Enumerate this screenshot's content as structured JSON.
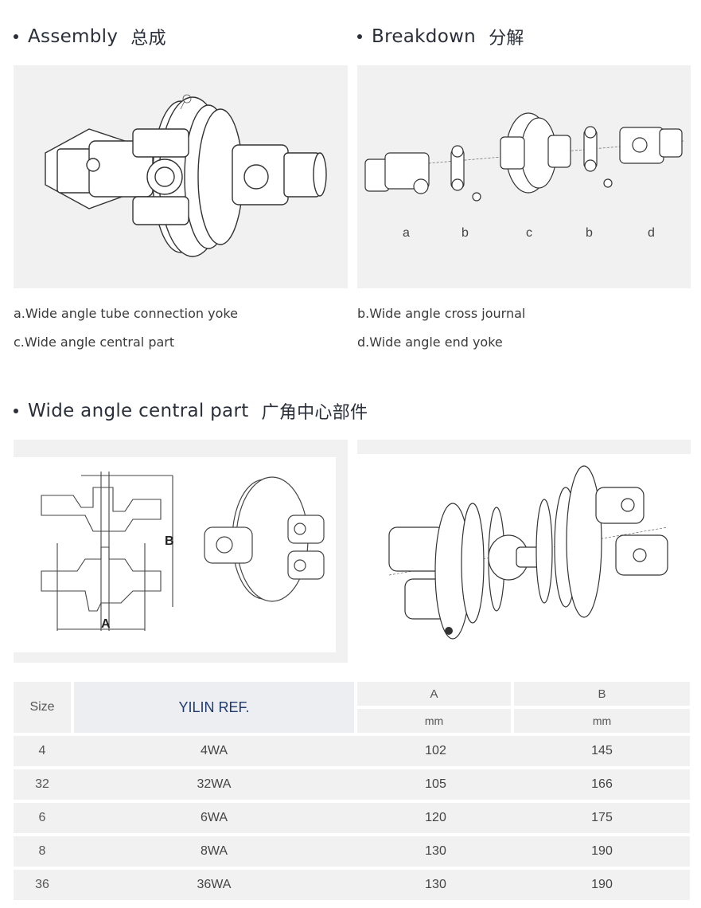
{
  "sections": {
    "assembly": {
      "title": "Assembly",
      "title_cn": "总成"
    },
    "breakdown": {
      "title": "Breakdown",
      "title_cn": "分解",
      "part_letters": [
        "a",
        "b",
        "c",
        "b",
        "d"
      ]
    },
    "central": {
      "title": "Wide angle central part",
      "title_cn": "广角中心部件",
      "dim_labels": [
        "A",
        "B"
      ]
    }
  },
  "captions": [
    "a.Wide angle tube connection yoke",
    "b.Wide angle cross journal",
    "c.Wide angle central part",
    "d.Wide angle end yoke"
  ],
  "table": {
    "headers": {
      "size": "Size",
      "ref": "YILIN REF.",
      "a": "A",
      "b": "B",
      "unit_a": "mm",
      "unit_b": "mm"
    },
    "rows": [
      {
        "size": "4",
        "ref": "4WA",
        "a": "102",
        "b": "145"
      },
      {
        "size": "32",
        "ref": "32WA",
        "a": "105",
        "b": "166"
      },
      {
        "size": "6",
        "ref": "6WA",
        "a": "120",
        "b": "175"
      },
      {
        "size": "8",
        "ref": "8WA",
        "a": "130",
        "b": "190"
      },
      {
        "size": "36",
        "ref": "36WA",
        "a": "130",
        "b": "190"
      }
    ]
  },
  "icons": [
    "bullet-dot"
  ]
}
